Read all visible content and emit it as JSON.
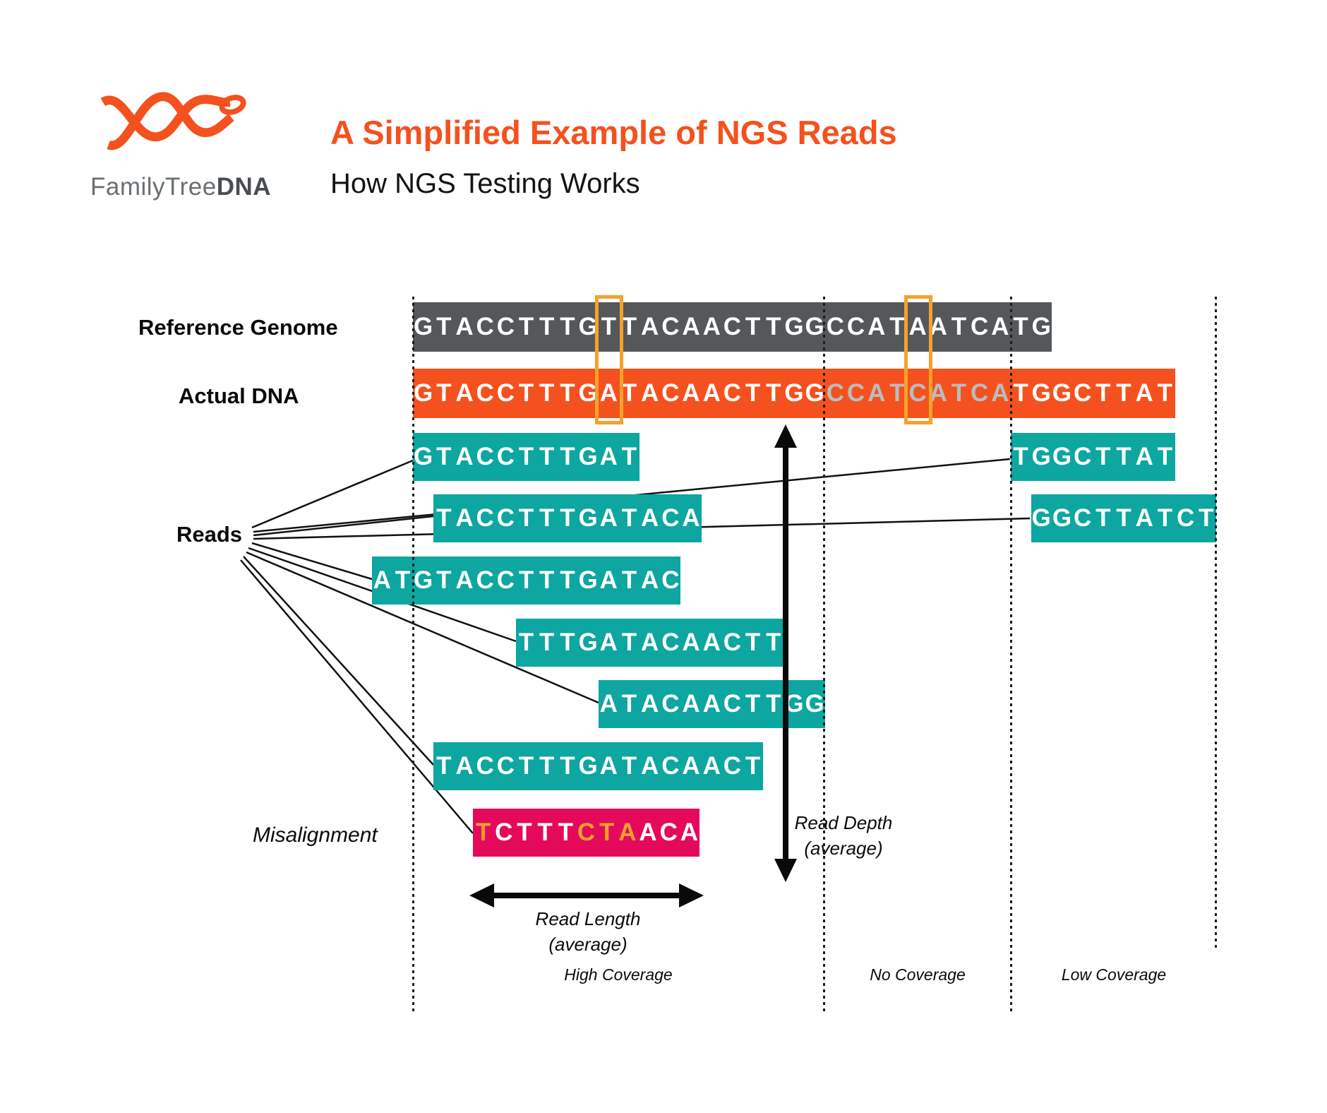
{
  "header": {
    "logo": {
      "icon": "dna-helix-icon",
      "brand_prefix": "FamilyTree",
      "brand_suffix": "DNA"
    },
    "title": "A Simplified Example of NGS Reads",
    "subtitle": "How NGS Testing Works"
  },
  "colors": {
    "brand_orange": "#F4511E",
    "teal_read": "#0DA6A0",
    "misalignment_pink": "#E5095C",
    "reference_gray": "#54585A",
    "muted_letter_gray": "#B9BDBE",
    "snp_highlight_orange": "#F5A12C",
    "line_black": "#111111"
  },
  "diagram": {
    "reference": {
      "label": "Reference Genome",
      "sequence": "GTACCTTTGTTACAACTTGGCCATAATCATG"
    },
    "actual": {
      "label": "Actual DNA",
      "sequence": "GTACCTTTGATACAACTTGGCCATCATCATGGCTTAT",
      "muted_range": [
        20,
        28
      ]
    },
    "snp_highlight_positions": [
      9,
      24
    ],
    "reads_label": "Reads",
    "reads": [
      {
        "seq": "GTACCTTTGAT",
        "start": 0,
        "row": 0
      },
      {
        "seq": "TGGCTTAT",
        "start": 29,
        "row": 0
      },
      {
        "seq": "TACCTTTGATACA",
        "start": 1,
        "row": 1
      },
      {
        "seq": "GGCTTATCT",
        "start": 30,
        "row": 1
      },
      {
        "seq": "ATGTACCTTTGATAC",
        "start": -2,
        "row": 2
      },
      {
        "seq": "TTTGATACAACTT",
        "start": 5,
        "row": 3
      },
      {
        "seq": "ATACAACTTGG",
        "start": 9,
        "row": 4
      },
      {
        "seq": "TACCTTTGATACAACT",
        "start": 1,
        "row": 5
      }
    ],
    "misaligned_read": {
      "label": "Misalignment",
      "seq": "TCTTTCTAACA",
      "start": 2.91,
      "row": 6,
      "orange_indices": [
        0,
        5,
        6,
        7
      ]
    },
    "annotations": {
      "read_depth": {
        "line1": "Read Depth",
        "line2": "(average)"
      },
      "read_length": {
        "line1": "Read Length",
        "line2": "(average)"
      }
    },
    "coverage": {
      "high": "High Coverage",
      "no": "No Coverage",
      "low": "Low Coverage"
    }
  }
}
